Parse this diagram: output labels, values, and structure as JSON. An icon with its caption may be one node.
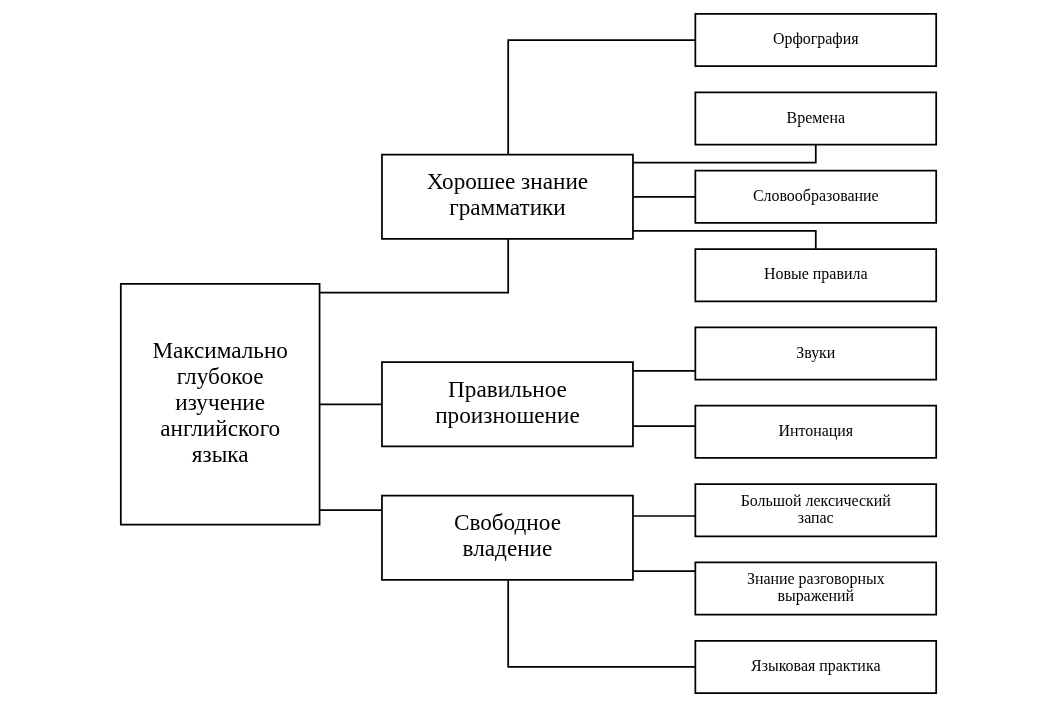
{
  "diagram": {
    "nodes": [
      {
        "text": [
          "Максимально глубокое изучение английского языка"
        ]
      },
      {
        "text": [
          "Хорошее знание грамматики"
        ]
      },
      {
        "text": [
          "Орфография"
        ]
      },
      {
        "text": [
          "Времена"
        ]
      },
      {
        "text": [
          "Словообразование"
        ]
      },
      {
        "text": [
          "Новые правила"
        ]
      },
      {
        "text": [
          "Правильное произношение"
        ]
      },
      {
        "text": [
          "Звуки"
        ]
      },
      {
        "text": [
          "Интонация"
        ]
      },
      {
        "text": [
          "Свободное владение"
        ]
      },
      {
        "text": [
          "Большой лексический запас"
        ]
      },
      {
        "text": [
          "Знание разговорных выражений"
        ]
      },
      {
        "text": [
          "Языковая практика"
        ]
      }
    ],
    "edges": [
      {
        "from": 0,
        "to": 1,
        "arrow": "none"
      },
      {
        "from": 0,
        "to": 6,
        "arrow": "none"
      },
      {
        "from": 0,
        "to": 9,
        "arrow": "none"
      },
      {
        "from": 1,
        "to": 2,
        "arrow": "none"
      },
      {
        "from": 1,
        "to": 3,
        "arrow": "none"
      },
      {
        "from": 1,
        "to": 4,
        "arrow": "none"
      },
      {
        "from": 1,
        "to": 5,
        "arrow": "none"
      },
      {
        "from": 6,
        "to": 7,
        "arrow": "none"
      },
      {
        "from": 6,
        "to": 8,
        "arrow": "none"
      },
      {
        "from": 9,
        "to": 10,
        "arrow": "none"
      },
      {
        "from": 9,
        "to": 11,
        "arrow": "none"
      },
      {
        "from": 9,
        "to": 12,
        "arrow": "none"
      }
    ]
  }
}
